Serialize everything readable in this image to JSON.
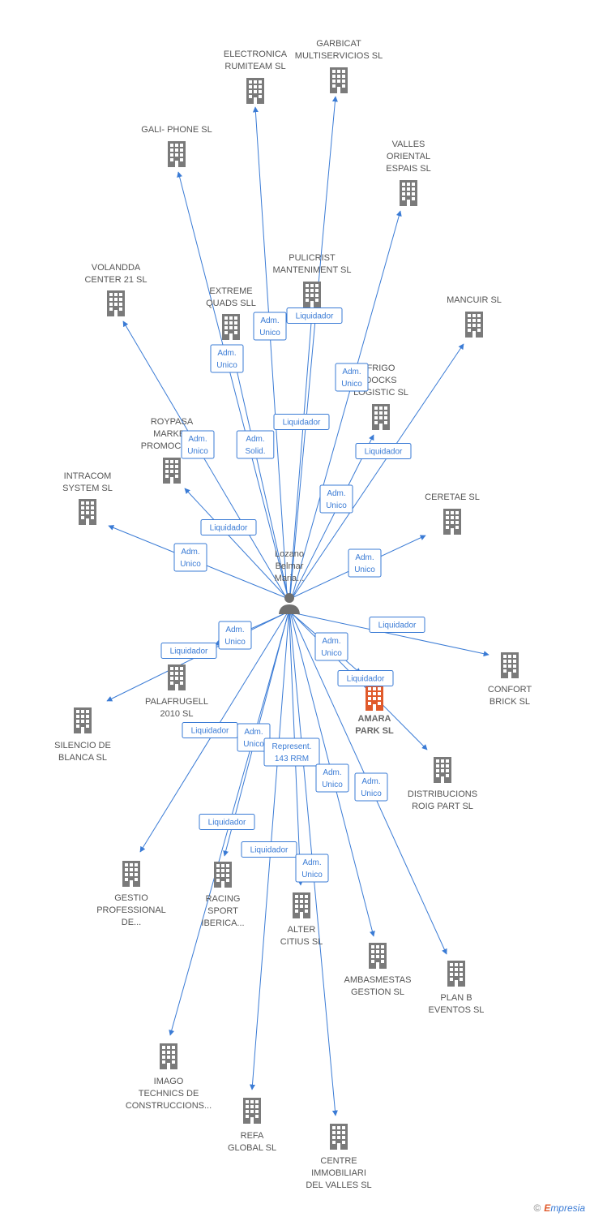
{
  "person": {
    "label_lines": [
      "Lozano",
      "Belmar",
      "Maria..."
    ],
    "icon": "person-icon"
  },
  "colors": {
    "edge": "#3a7bd5",
    "building": "#7a7a7a",
    "focus_building": "#e05a2b"
  },
  "companies": [
    {
      "id": "electronica",
      "label_lines": [
        "ELECTRONICA",
        "RUMITEAM SL"
      ]
    },
    {
      "id": "garbicat",
      "label_lines": [
        "GARBICAT",
        "MULTISERVICIOS SL"
      ]
    },
    {
      "id": "galiphone",
      "label_lines": [
        "GALI- PHONE SL"
      ]
    },
    {
      "id": "valles",
      "label_lines": [
        "VALLES",
        "ORIENTAL",
        "ESPAIS SL"
      ]
    },
    {
      "id": "pulicrist",
      "label_lines": [
        "PULICRIST",
        "MANTENIMENT SL"
      ]
    },
    {
      "id": "volandda",
      "label_lines": [
        "VOLANDDA",
        "CENTER 21 SL"
      ]
    },
    {
      "id": "extreme",
      "label_lines": [
        "EXTREME",
        "QUADS SLL"
      ]
    },
    {
      "id": "mancuir",
      "label_lines": [
        "MANCUIR SL"
      ]
    },
    {
      "id": "frigo",
      "label_lines": [
        "FRIGO",
        "DOCKS",
        "LOGISTIC SL"
      ]
    },
    {
      "id": "roypasa",
      "label_lines": [
        "ROYPASA",
        "MARKET",
        "PROMOCIONS"
      ]
    },
    {
      "id": "intracom",
      "label_lines": [
        "INTRACOM",
        "SYSTEM SL"
      ]
    },
    {
      "id": "ceretae",
      "label_lines": [
        "CERETAE SL"
      ]
    },
    {
      "id": "confort",
      "label_lines": [
        "CONFORT",
        "BRICK SL"
      ]
    },
    {
      "id": "palafrugell",
      "label_lines": [
        "PALAFRUGELL",
        "2010 SL"
      ]
    },
    {
      "id": "amara",
      "label_lines": [
        "AMARA",
        "PARK SL"
      ],
      "focus": true
    },
    {
      "id": "silencio",
      "label_lines": [
        "SILENCIO DE",
        "BLANCA SL"
      ]
    },
    {
      "id": "distribucions",
      "label_lines": [
        "DISTRIBUCIONS",
        "ROIG PART SL"
      ]
    },
    {
      "id": "gestio",
      "label_lines": [
        "GESTIO",
        "PROFESSIONAL",
        "DE..."
      ]
    },
    {
      "id": "racing",
      "label_lines": [
        "RACING",
        "SPORT",
        "IBERICA..."
      ]
    },
    {
      "id": "alter",
      "label_lines": [
        "ALTER",
        "CITIUS  SL"
      ]
    },
    {
      "id": "ambasmestas",
      "label_lines": [
        "AMBASMESTAS",
        "GESTION SL"
      ]
    },
    {
      "id": "planb",
      "label_lines": [
        "PLAN B",
        "EVENTOS SL"
      ]
    },
    {
      "id": "imago",
      "label_lines": [
        "IMAGO",
        "TECHNICS DE",
        "CONSTRUCCIONS..."
      ]
    },
    {
      "id": "refa",
      "label_lines": [
        "REFA",
        "GLOBAL SL"
      ]
    },
    {
      "id": "centre",
      "label_lines": [
        "CENTRE",
        "IMMOBILIARI",
        "DEL VALLES SL"
      ]
    }
  ],
  "relations": [
    {
      "to": "electronica",
      "label_lines": [
        "Adm.",
        "Unico"
      ]
    },
    {
      "to": "garbicat",
      "label_lines": [
        "Liquidador"
      ]
    },
    {
      "to": "galiphone",
      "label_lines": [
        "Adm.",
        "Unico"
      ]
    },
    {
      "to": "valles",
      "label_lines": [
        "Adm.",
        "Unico"
      ]
    },
    {
      "to": "pulicrist",
      "label_lines": [
        "Liquidador"
      ]
    },
    {
      "to": "volandda",
      "label_lines": [
        "Adm.",
        "Unico"
      ]
    },
    {
      "to": "extreme",
      "label_lines": [
        "Adm.",
        "Solid."
      ]
    },
    {
      "to": "mancuir",
      "label_lines": [
        "Adm.",
        "Unico"
      ]
    },
    {
      "to": "frigo",
      "label_lines": [
        "Liquidador"
      ]
    },
    {
      "to": "roypasa",
      "label_lines": [
        "Liquidador"
      ]
    },
    {
      "to": "intracom",
      "label_lines": [
        "Adm.",
        "Unico"
      ]
    },
    {
      "to": "ceretae",
      "label_lines": [
        "Adm.",
        "Unico"
      ]
    },
    {
      "to": "confort",
      "label_lines": [
        "Liquidador"
      ]
    },
    {
      "to": "palafrugell",
      "label_lines": [
        "Adm.",
        "Unico"
      ]
    },
    {
      "to": "silencio",
      "label_lines": [
        "Liquidador"
      ]
    },
    {
      "to": "amara",
      "label_lines": [
        "Adm.",
        "Unico"
      ]
    },
    {
      "to": "distribucions",
      "label_lines": [
        "Liquidador"
      ]
    },
    {
      "to": "gestio",
      "label_lines": [
        "Liquidador"
      ]
    },
    {
      "to": "racing",
      "label_lines": [
        "Adm.",
        "Unico"
      ]
    },
    {
      "to": "alter",
      "label_lines": [
        "Represent.",
        "143 RRM"
      ]
    },
    {
      "to": "ambasmestas",
      "label_lines": [
        "Adm.",
        "Unico"
      ]
    },
    {
      "to": "planb",
      "label_lines": [
        "Adm.",
        "Unico"
      ]
    },
    {
      "to": "imago",
      "label_lines": [
        "Liquidador"
      ]
    },
    {
      "to": "refa",
      "label_lines": [
        "Liquidador"
      ]
    },
    {
      "to": "centre",
      "label_lines": [
        "Adm.",
        "Unico"
      ]
    }
  ],
  "watermark": {
    "copyright": "©",
    "brand_initial": "E",
    "brand_rest": "mpresia"
  }
}
